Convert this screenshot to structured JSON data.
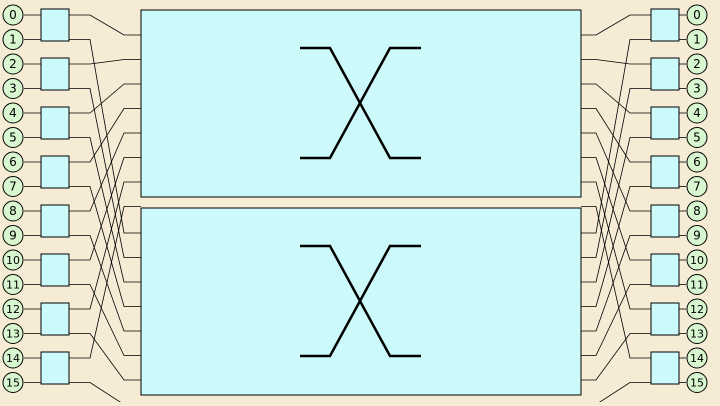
{
  "diagram": {
    "type": "benes-network",
    "inputs": [
      "0",
      "1",
      "2",
      "3",
      "4",
      "5",
      "6",
      "7",
      "8",
      "9",
      "10",
      "11",
      "12",
      "13",
      "14",
      "15"
    ],
    "outputs": [
      "0",
      "1",
      "2",
      "3",
      "4",
      "5",
      "6",
      "7",
      "8",
      "9",
      "10",
      "11",
      "12",
      "13",
      "14",
      "15"
    ],
    "switch_count_per_side": 8,
    "inner_subnetworks": 2,
    "colors": {
      "background": "#f6ecd6",
      "node_fill": "#d8f6d0",
      "switch_fill": "#ccfafa",
      "subnet_fill": "#ccfafa",
      "line": "#000000"
    }
  }
}
